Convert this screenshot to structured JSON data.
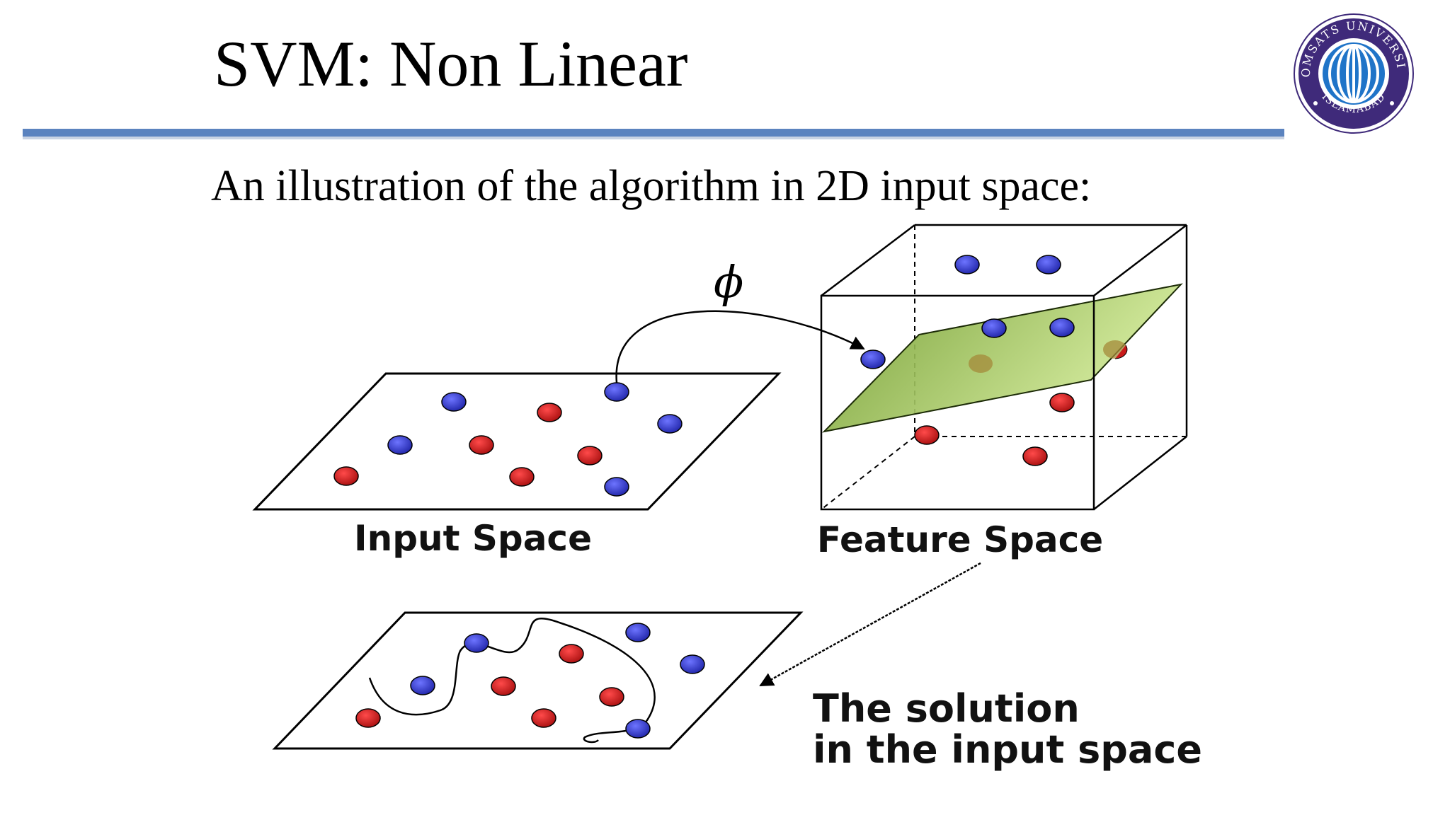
{
  "slide": {
    "title": "SVM: Non Linear",
    "subtitle": "An illustration of the algorithm in 2D input space:"
  },
  "logo": {
    "top_text": "COMSATS UNIVERSITY",
    "bottom_text": "ISLAMABAD"
  },
  "diagram": {
    "mapping_symbol": "ϕ",
    "input_space_label": "Input Space",
    "feature_space_label": "Feature Space",
    "solution_label_line1": "The solution",
    "solution_label_line2": "in the input space"
  },
  "colors": {
    "rule_blue": "#5b83bf",
    "point_blue": "#2f35c7",
    "point_red": "#c81a1a",
    "hyperplane_green": "#9cc04a",
    "logo_purple": "#3f2a7a",
    "logo_blue": "#1f74c8"
  }
}
